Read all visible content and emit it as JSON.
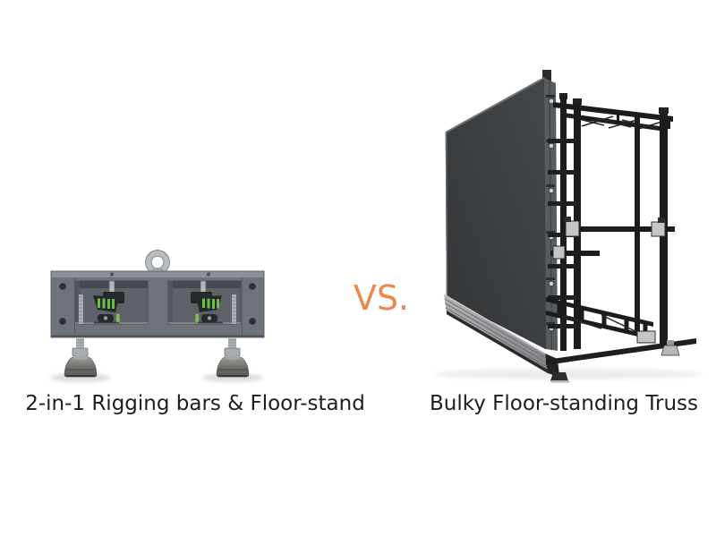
{
  "comparison": {
    "vs_label": "VS.",
    "left_caption": "2-in-1 Rigging bars & Floor-stand",
    "right_caption": "Bulky Floor-standing Truss"
  },
  "images": {
    "left": "rigging-bar-with-floor-stand",
    "right": "led-panel-on-floor-standing-truss"
  },
  "colors": {
    "background": "#ffffff",
    "vs_accent": "#e8894f",
    "caption_text": "#1e1e1e",
    "bar_gray": "#6f737b",
    "clamp_green": "#6dbe45",
    "truss_black": "#1b1c1e"
  }
}
